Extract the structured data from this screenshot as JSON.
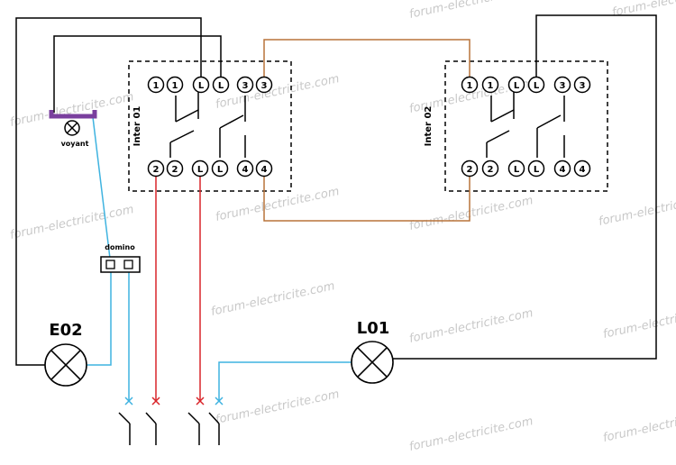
{
  "watermark": "forum-electricite.com",
  "colors": {
    "black": "#000000",
    "brown": "#b8733a",
    "red": "#d9252a",
    "blue": "#3fb3e0",
    "purple": "#7a3f9e",
    "watermark": "#c9c9c9"
  },
  "switch1": {
    "label": "Inter 01",
    "top_terminals": [
      "1",
      "1",
      "L",
      "L",
      "3",
      "3"
    ],
    "bottom_terminals": [
      "2",
      "2",
      "L",
      "L",
      "4",
      "4"
    ]
  },
  "switch2": {
    "label": "Inter 02",
    "top_terminals": [
      "1",
      "1",
      "L",
      "L",
      "3",
      "3"
    ],
    "bottom_terminals": [
      "2",
      "2",
      "L",
      "L",
      "4",
      "4"
    ]
  },
  "voyant_label": "voyant",
  "domino_label": "domino",
  "lamp1_label": "E02",
  "lamp2_label": "L01"
}
